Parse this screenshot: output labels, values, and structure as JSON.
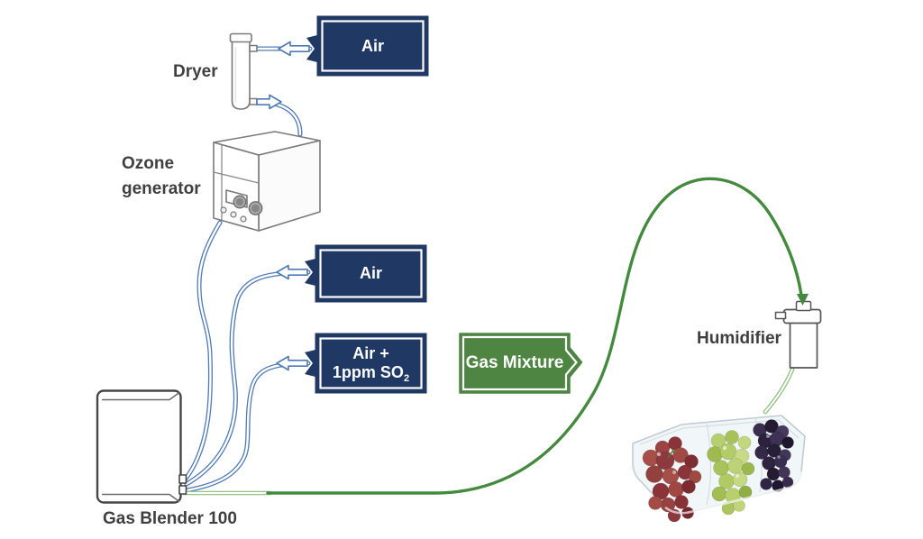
{
  "diagram": {
    "device_labels": {
      "dryer": "Dryer",
      "ozone_generator": "Ozone generator",
      "gas_blender": "Gas Blender 100",
      "humidifier": "Humidifier"
    },
    "input_boxes": {
      "air_top": "Air",
      "air_middle": "Air",
      "so2_line1": "Air +",
      "so2_line2": "1ppm SO",
      "so2_sub": "2"
    },
    "output_box": {
      "gas_mixture": "Gas Mixture"
    },
    "colors": {
      "navy_box": "#1f3864",
      "green_box": "#4e8542",
      "blue_tube": "#4f7ab5",
      "green_tube": "#448a3e",
      "light_green_tube": "#8abc79",
      "label_text": "#3f3f3f"
    }
  }
}
